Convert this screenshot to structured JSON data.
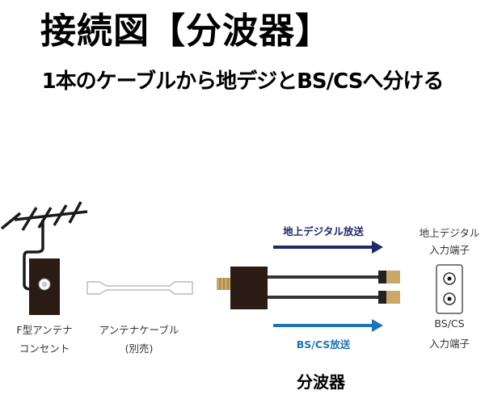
{
  "title": "接続図【分波器】",
  "subtitle": "1本のケーブルから地デジとBS/CSへ分ける",
  "labels": {
    "outlet_line1": "F型アンテナ",
    "outlet_line2": "コンセント",
    "cable_line1": "アンテナケーブル",
    "cable_line2": "(別売)",
    "terrestrial_broadcast": "地上デジタル放送",
    "bscs_broadcast": "BS/CS放送",
    "terrestrial_input_line1": "地上デジタル",
    "terrestrial_input_line2": "入力端子",
    "bscs_input_line1": "BS/CS",
    "bscs_input_line2": "入力端子",
    "splitter": "分波器"
  },
  "colors": {
    "terrestrial_arrow": "#1f2a6b",
    "bscs_arrow": "#1e72b8",
    "device": "#2b1b15"
  }
}
